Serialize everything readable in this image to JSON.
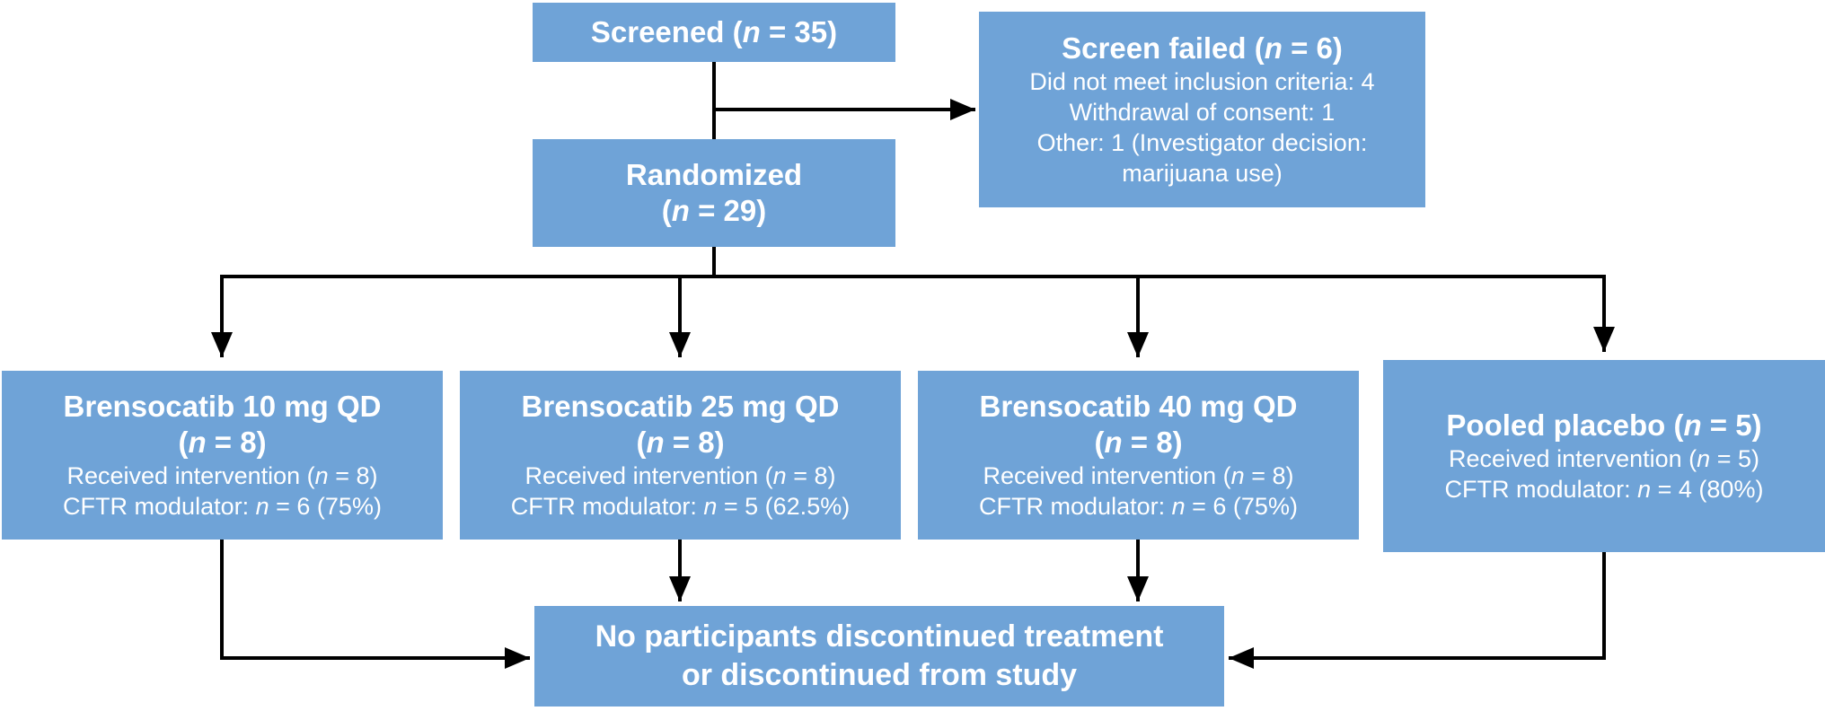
{
  "colors": {
    "box_fill": "#6FA3D7",
    "box_text": "#FFFFFF",
    "connector": "#000000",
    "background": "#FFFFFF"
  },
  "diagram": {
    "screened": {
      "title": "Screened (*n* = 35)"
    },
    "screen_failed": {
      "title": "Screen failed (*n* = 6)",
      "line1": "Did not meet inclusion criteria: 4",
      "line2": "Withdrawal of consent: 1",
      "line3": "Other: 1 (Investigator decision:",
      "line4": "marijuana use)"
    },
    "randomized": {
      "title_line1": "Randomized",
      "title_line2": "(*n* = 29)"
    },
    "arms": [
      {
        "title_line1": "Brensocatib 10 mg QD",
        "title_line2": "(*n* = 8)",
        "received": "Received intervention (*n* = 8)",
        "cftr": "CFTR modulator: *n* = 6 (75%)"
      },
      {
        "title_line1": "Brensocatib 25 mg QD",
        "title_line2": "(*n* = 8)",
        "received": "Received intervention (*n* = 8)",
        "cftr": "CFTR modulator: *n* = 5 (62.5%)"
      },
      {
        "title_line1": "Brensocatib 40 mg QD",
        "title_line2": "(*n* = 8)",
        "received": "Received intervention (*n* = 8)",
        "cftr": "CFTR modulator: *n* = 6 (75%)"
      },
      {
        "title_line1": "Pooled placebo (*n* = 5)",
        "title_line2": "",
        "received": "Received intervention (*n* = 5)",
        "cftr": "CFTR modulator: *n* = 4 (80%)"
      }
    ],
    "outcome": {
      "line1": "No participants discontinued treatment",
      "line2": "or discontinued from study"
    }
  }
}
